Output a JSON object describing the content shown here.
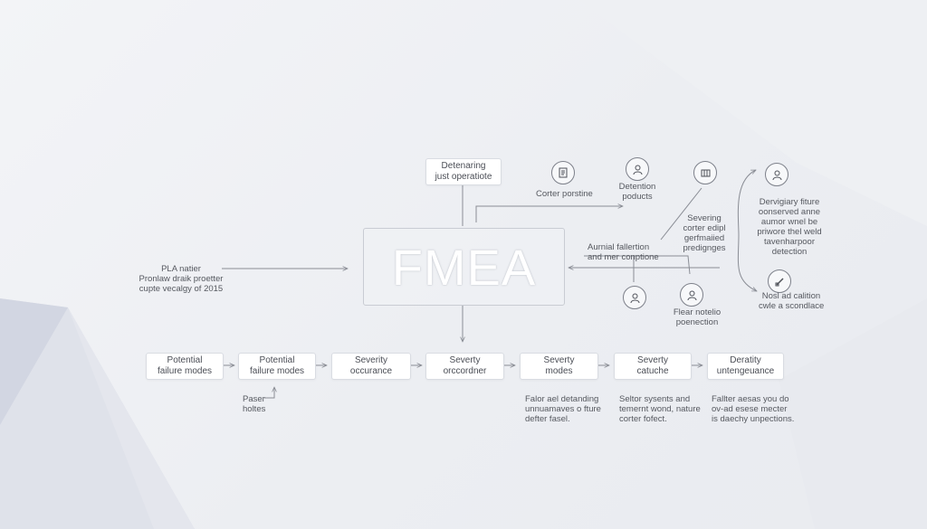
{
  "center": {
    "title": "FMEA"
  },
  "top_box": {
    "lines": [
      "Detenaring",
      "just operatiote"
    ]
  },
  "left_note": {
    "lines": [
      "PLA natier",
      "Pronlaw draik proetter",
      "cupte vecalgy of 2015"
    ]
  },
  "top_right": {
    "corter": "Corter porstine",
    "detection": [
      "Detention",
      "poducts"
    ],
    "severing": [
      "Severing",
      "corter edipl",
      "gerfmaiied",
      "predignges"
    ],
    "aurnial": [
      "Aurnial fallertion",
      "and mer conptione"
    ],
    "flear": [
      "Flear notelio",
      "poenection"
    ],
    "right_top": [
      "Dervigiary fiture",
      "oonserved anne",
      "aumor wnel be",
      "priwore thel weld",
      "tavenharpoor",
      "detection"
    ],
    "right_bottom": [
      "Nosl ad calition",
      "cwle a scondlace"
    ]
  },
  "flow": [
    {
      "lines": [
        "Potential",
        "failure modes"
      ]
    },
    {
      "lines": [
        "Potential",
        "failure modes"
      ]
    },
    {
      "lines": [
        "Severity",
        "occurance"
      ]
    },
    {
      "lines": [
        "Severty",
        "orccordner"
      ]
    },
    {
      "lines": [
        "Severty",
        "modes"
      ]
    },
    {
      "lines": [
        "Severty",
        "catuche"
      ]
    },
    {
      "lines": [
        "Deratity",
        "untengeuance"
      ]
    }
  ],
  "bottom_notes": {
    "paser": [
      "Paser",
      "holtes"
    ],
    "note1": [
      "Falor ael detanding",
      "unnuamaves o fture",
      "defter fasel."
    ],
    "note2": [
      "Seltor sysents and",
      "temernt wond, nature",
      "corter fofect."
    ],
    "note3": [
      "Fallter aesas you do",
      "ov-ad esese mecter",
      "is daechy unpections."
    ]
  },
  "icons": [
    "document-icon",
    "user-icon",
    "gear-icon",
    "person-icon",
    "user-icon",
    "person-icon",
    "tools-icon"
  ],
  "colors": {
    "background": "#eceef2",
    "line": "#8a8d95",
    "box_border": "#d9dce2"
  }
}
